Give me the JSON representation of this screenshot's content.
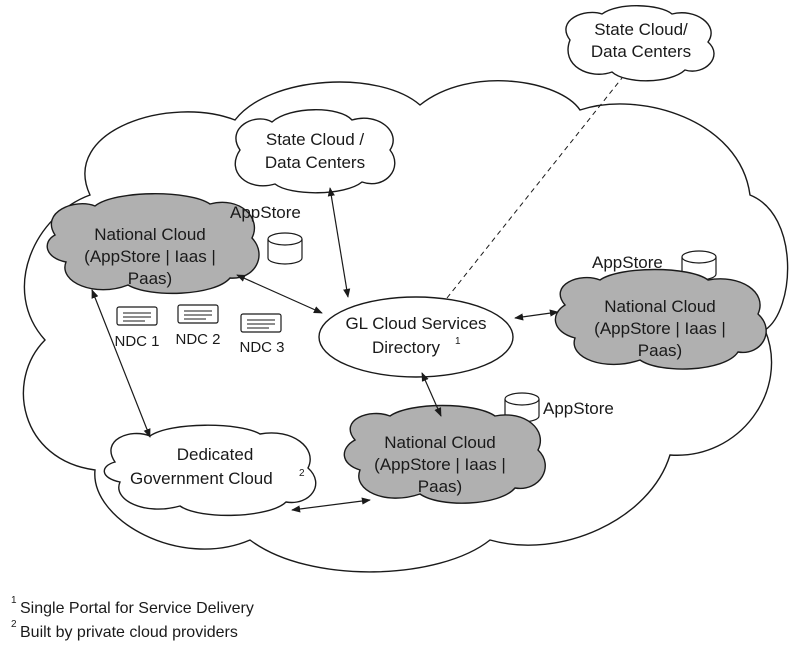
{
  "colors": {
    "national_cloud_fill": "#b0b0b0",
    "outline": "#1a1a1a",
    "background": "#ffffff"
  },
  "state_cloud_outer": {
    "line1": "State Cloud/",
    "line2": "Data Centers"
  },
  "state_cloud_inner": {
    "line1": "State Cloud /",
    "line2": "Data Centers"
  },
  "national_cloud_left": {
    "line1": "National Cloud",
    "line2": "(AppStore | Iaas |",
    "line3": "Paas)"
  },
  "national_cloud_right": {
    "line1": "National Cloud",
    "line2": "(AppStore | Iaas |",
    "line3": "Paas)"
  },
  "national_cloud_bottom": {
    "line1": "National Cloud",
    "line2": "(AppStore | Iaas |",
    "line3": "Paas)"
  },
  "appstores": {
    "top_left": "AppStore",
    "right": "AppStore",
    "bottom": "AppStore"
  },
  "directory": {
    "line1": "GL Cloud Services",
    "line2": "Directory",
    "footnote_mark": "1"
  },
  "dedicated": {
    "line1": "Dedicated",
    "line2": "Government Cloud",
    "footnote_mark": "2"
  },
  "ndc": [
    "NDC 1",
    "NDC 2",
    "NDC 3"
  ],
  "footnotes": [
    {
      "mark": "1",
      "text": "Single Portal for Service Delivery"
    },
    {
      "mark": "2",
      "text": "Built by private cloud providers"
    }
  ],
  "icons": {
    "database": "database-icon",
    "server": "server-icon"
  }
}
